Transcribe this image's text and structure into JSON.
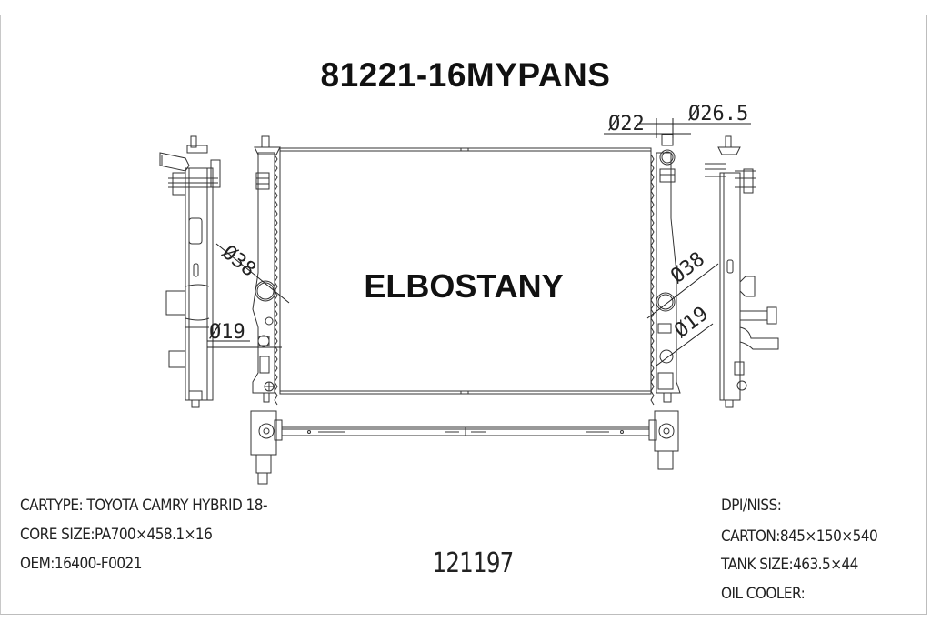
{
  "header": {
    "part_number": "81221-16MYPANS"
  },
  "drawing": {
    "brand_watermark": "ELBOSTANY",
    "dimensions": {
      "inlet_top_left": "Ø22",
      "inlet_top_right": "Ø26.5",
      "left_large_port": "Ø38",
      "left_small_port": "Ø19",
      "right_large_port": "Ø38",
      "right_small_port": "Ø19"
    }
  },
  "specs_left": {
    "cartype": "CARTYPE: TOYOTA CAMRY HYBRID 18-",
    "core_size": "CORE SIZE:PA700×458.1×16",
    "oem": "OEM:16400-F0021"
  },
  "specs_right": {
    "dpi_niss": "DPI/NISS:",
    "carton": "CARTON:845×150×540",
    "tank_size": "TANK SIZE:463.5×44",
    "oil_cooler": "OIL COOLER:"
  },
  "footer": {
    "code": "121197"
  },
  "colors": {
    "line": "#333333",
    "frame": "#bdbdbd",
    "background": "#ffffff"
  }
}
